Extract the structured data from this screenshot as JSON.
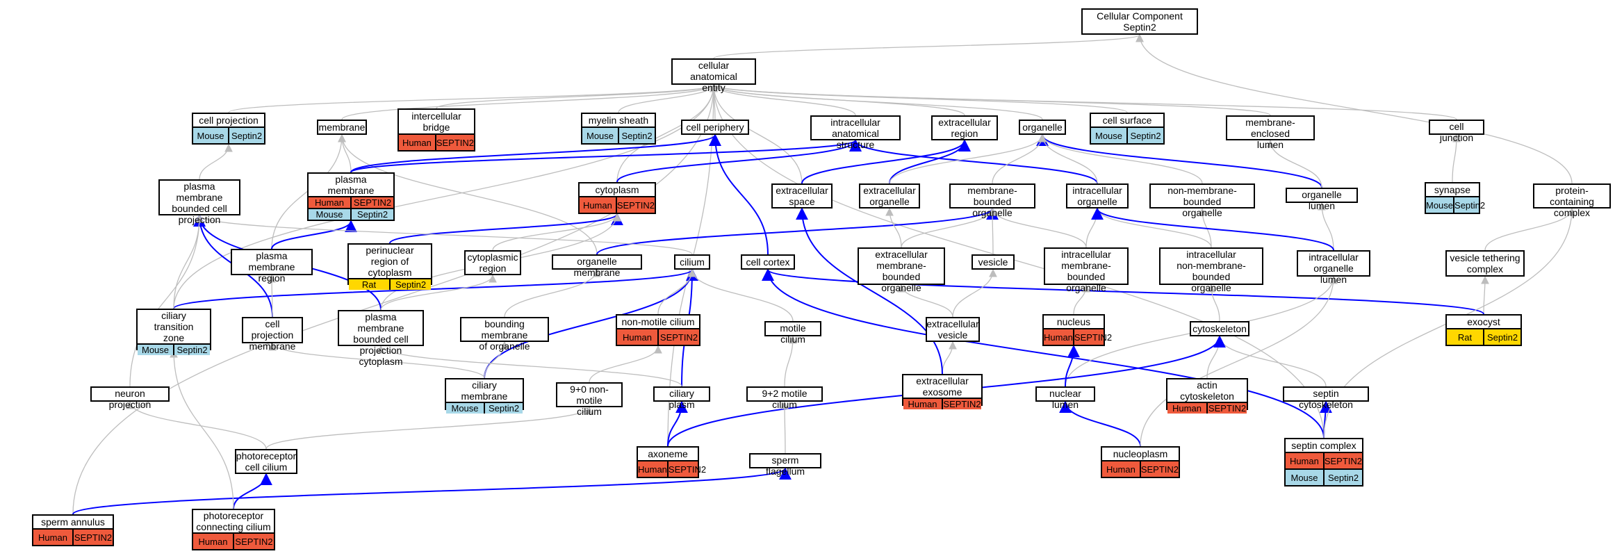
{
  "colors": {
    "grey_edge": "#bdbdbd",
    "blue_edge": "#0000ff",
    "Human": "#ef5a3c",
    "Mouse": "#a8d8e8",
    "Rat": "#ffd700"
  },
  "nodes": [
    {
      "id": "root",
      "label": "Cellular Component\nSeptin2",
      "badges": []
    },
    {
      "id": "cae",
      "label": "cellular anatomical\nentity",
      "badges": []
    },
    {
      "id": "cellproj",
      "label": "cell projection",
      "badges": [
        [
          "Mouse",
          "Septin2"
        ]
      ]
    },
    {
      "id": "membrane",
      "label": "membrane",
      "badges": []
    },
    {
      "id": "icbridge",
      "label": "intercellular\nbridge",
      "badges": [
        [
          "Human",
          "SEPTIN2"
        ]
      ]
    },
    {
      "id": "myelin",
      "label": "myelin sheath",
      "badges": [
        [
          "Mouse",
          "Septin2"
        ]
      ]
    },
    {
      "id": "periph",
      "label": "cell periphery",
      "badges": []
    },
    {
      "id": "ias",
      "label": "intracellular\nanatomical structure",
      "badges": []
    },
    {
      "id": "ecregion",
      "label": "extracellular\nregion",
      "badges": []
    },
    {
      "id": "organelle",
      "label": "organelle",
      "badges": []
    },
    {
      "id": "cellsurf",
      "label": "cell surface",
      "badges": [
        [
          "Mouse",
          "Septin2"
        ]
      ]
    },
    {
      "id": "melumen",
      "label": "membrane-enclosed\nlumen",
      "badges": []
    },
    {
      "id": "celljunc",
      "label": "cell junction",
      "badges": []
    },
    {
      "id": "pmbcp",
      "label": "plasma membrane\nbounded cell\nprojection",
      "badges": []
    },
    {
      "id": "pm",
      "label": "plasma membrane",
      "badges": [
        [
          "Human",
          "SEPTIN2"
        ],
        [
          "Mouse",
          "Septin2"
        ]
      ]
    },
    {
      "id": "cytoplasm",
      "label": "cytoplasm",
      "badges": [
        [
          "Human",
          "SEPTIN2"
        ]
      ]
    },
    {
      "id": "ecspace",
      "label": "extracellular\nspace",
      "badges": []
    },
    {
      "id": "ecorg",
      "label": "extracellular\norganelle",
      "badges": []
    },
    {
      "id": "mbo",
      "label": "membrane-bounded\norganelle",
      "badges": []
    },
    {
      "id": "icorg",
      "label": "intracellular\norganelle",
      "badges": []
    },
    {
      "id": "nmbo",
      "label": "non-membrane-bounded\norganelle",
      "badges": []
    },
    {
      "id": "orglumen",
      "label": "organelle lumen",
      "badges": []
    },
    {
      "id": "synapse",
      "label": "synapse",
      "badges": [
        [
          "Mouse",
          "Septin2"
        ]
      ]
    },
    {
      "id": "pcc",
      "label": "protein-containing\ncomplex",
      "badges": []
    },
    {
      "id": "perinuc",
      "label": "perinuclear\nregion of cytoplasm",
      "badges": [
        [
          "Rat",
          "Septin2"
        ]
      ]
    },
    {
      "id": "pmregion",
      "label": "plasma membrane\nregion",
      "badges": []
    },
    {
      "id": "cytoreg",
      "label": "cytoplasmic\nregion",
      "badges": []
    },
    {
      "id": "orgmem",
      "label": "organelle membrane",
      "badges": []
    },
    {
      "id": "cilium",
      "label": "cilium",
      "badges": []
    },
    {
      "id": "cortex",
      "label": "cell cortex",
      "badges": []
    },
    {
      "id": "ecmbo",
      "label": "extracellular\nmembrane-bounded\norganelle",
      "badges": []
    },
    {
      "id": "vesicle",
      "label": "vesicle",
      "badges": []
    },
    {
      "id": "icmbo",
      "label": "intracellular\nmembrane-bounded\norganelle",
      "badges": []
    },
    {
      "id": "icnmbo",
      "label": "intracellular\nnon-membrane-bounded\norganelle",
      "badges": []
    },
    {
      "id": "icol",
      "label": "intracellular\norganelle lumen",
      "badges": []
    },
    {
      "id": "vtc",
      "label": "vesicle tethering\ncomplex",
      "badges": []
    },
    {
      "id": "ctz",
      "label": "ciliary transition\nzone",
      "badges": [
        [
          "Mouse",
          "Septin2"
        ]
      ]
    },
    {
      "id": "cpm",
      "label": "cell projection\nmembrane",
      "badges": []
    },
    {
      "id": "pmbcpc",
      "label": "plasma membrane\nbounded cell\nprojection cytoplasm",
      "badges": []
    },
    {
      "id": "bmo",
      "label": "bounding membrane\nof organelle",
      "badges": []
    },
    {
      "id": "nmcilium",
      "label": "non-motile cilium",
      "badges": [
        [
          "Human",
          "SEPTIN2"
        ]
      ]
    },
    {
      "id": "motcilium",
      "label": "motile cilium",
      "badges": []
    },
    {
      "id": "ecvesicle",
      "label": "extracellular\nvesicle",
      "badges": []
    },
    {
      "id": "nucleus",
      "label": "nucleus",
      "badges": [
        [
          "Human",
          "SEPTIN2"
        ]
      ]
    },
    {
      "id": "cytoskel",
      "label": "cytoskeleton",
      "badges": []
    },
    {
      "id": "exocyst",
      "label": "exocyst",
      "badges": [
        [
          "Rat",
          "Septin2"
        ]
      ]
    },
    {
      "id": "neuronproj",
      "label": "neuron projection",
      "badges": []
    },
    {
      "id": "cilmem",
      "label": "ciliary membrane",
      "badges": [
        [
          "Mouse",
          "Septin2"
        ]
      ]
    },
    {
      "id": "nine0",
      "label": "9+0 non-motile\ncilium",
      "badges": []
    },
    {
      "id": "cilplasm",
      "label": "ciliary plasm",
      "badges": []
    },
    {
      "id": "nine2",
      "label": "9+2 motile cilium",
      "badges": []
    },
    {
      "id": "exosome",
      "label": "extracellular\nexosome",
      "badges": [
        [
          "Human",
          "SEPTIN2"
        ]
      ]
    },
    {
      "id": "nuclumen",
      "label": "nuclear lumen",
      "badges": []
    },
    {
      "id": "actin",
      "label": "actin cytoskeleton",
      "badges": [
        [
          "Human",
          "SEPTIN2"
        ]
      ]
    },
    {
      "id": "septinsk",
      "label": "septin cytoskeleton",
      "badges": []
    },
    {
      "id": "axoneme",
      "label": "axoneme",
      "badges": [
        [
          "Human",
          "SEPTIN2"
        ]
      ]
    },
    {
      "id": "photocil",
      "label": "photoreceptor\ncell cilium",
      "badges": []
    },
    {
      "id": "spermflag",
      "label": "sperm flagellum",
      "badges": []
    },
    {
      "id": "nucleoplasm",
      "label": "nucleoplasm",
      "badges": [
        [
          "Human",
          "SEPTIN2"
        ]
      ]
    },
    {
      "id": "septincx",
      "label": "septin complex",
      "badges": [
        [
          "Human",
          "SEPTIN2"
        ],
        [
          "Mouse",
          "Septin2"
        ]
      ]
    },
    {
      "id": "spermann",
      "label": "sperm annulus",
      "badges": [
        [
          "Human",
          "SEPTIN2"
        ]
      ]
    },
    {
      "id": "photoconn",
      "label": "photoreceptor\nconnecting cilium",
      "badges": [
        [
          "Human",
          "SEPTIN2"
        ]
      ]
    }
  ],
  "edges": [
    [
      "cae",
      "root",
      "grey"
    ],
    [
      "pcc",
      "root",
      "grey"
    ],
    [
      "cellproj",
      "cae",
      "grey"
    ],
    [
      "membrane",
      "cae",
      "grey"
    ],
    [
      "icbridge",
      "cae",
      "grey"
    ],
    [
      "myelin",
      "cae",
      "grey"
    ],
    [
      "periph",
      "cae",
      "grey"
    ],
    [
      "ias",
      "cae",
      "grey"
    ],
    [
      "ecregion",
      "cae",
      "grey"
    ],
    [
      "organelle",
      "cae",
      "grey"
    ],
    [
      "cellsurf",
      "cae",
      "grey"
    ],
    [
      "melumen",
      "cae",
      "grey"
    ],
    [
      "celljunc",
      "cae",
      "grey"
    ],
    [
      "cytoplasm",
      "cae",
      "grey"
    ],
    [
      "ecspace",
      "cae",
      "grey"
    ],
    [
      "ctz",
      "cae",
      "grey"
    ],
    [
      "spermann",
      "cae",
      "grey"
    ],
    [
      "axoneme",
      "cae",
      "grey"
    ],
    [
      "septincx",
      "cae",
      "grey"
    ],
    [
      "pmbcp",
      "cellproj",
      "grey"
    ],
    [
      "pm",
      "membrane",
      "grey"
    ],
    [
      "pmregion",
      "membrane",
      "grey"
    ],
    [
      "orgmem",
      "membrane",
      "grey"
    ],
    [
      "pm",
      "periph",
      "blue"
    ],
    [
      "pm",
      "ias",
      "blue"
    ],
    [
      "cortex",
      "periph",
      "blue"
    ],
    [
      "cytoplasm",
      "ias",
      "blue"
    ],
    [
      "ecspace",
      "ecregion",
      "blue"
    ],
    [
      "ecorg",
      "ecregion",
      "blue"
    ],
    [
      "icorg",
      "ias",
      "blue"
    ],
    [
      "orglumen",
      "organelle",
      "blue"
    ],
    [
      "ecorg",
      "organelle",
      "grey"
    ],
    [
      "mbo",
      "organelle",
      "grey"
    ],
    [
      "icorg",
      "organelle",
      "grey"
    ],
    [
      "nmbo",
      "organelle",
      "grey"
    ],
    [
      "orglumen",
      "melumen",
      "grey"
    ],
    [
      "synapse",
      "celljunc",
      "grey"
    ],
    [
      "vtc",
      "pcc",
      "grey"
    ],
    [
      "exocyst",
      "vtc",
      "grey"
    ],
    [
      "pmregion",
      "pm",
      "blue"
    ],
    [
      "perinuc",
      "cytoplasm",
      "blue"
    ],
    [
      "cytoreg",
      "cytoplasm",
      "grey"
    ],
    [
      "pmbcpc",
      "cytoplasm",
      "grey"
    ],
    [
      "orgmem",
      "mbo",
      "blue"
    ],
    [
      "cilium",
      "pmbcp",
      "grey"
    ],
    [
      "ctz",
      "cilium",
      "blue"
    ],
    [
      "cilmem",
      "cilium",
      "blue"
    ],
    [
      "cilplasm",
      "cilium",
      "blue"
    ],
    [
      "nmcilium",
      "cilium",
      "grey"
    ],
    [
      "motcilium",
      "cilium",
      "grey"
    ],
    [
      "exocyst",
      "cortex",
      "blue"
    ],
    [
      "ecmbo",
      "mbo",
      "grey"
    ],
    [
      "ecmbo",
      "ecorg",
      "grey"
    ],
    [
      "vesicle",
      "mbo",
      "grey"
    ],
    [
      "icmbo",
      "mbo",
      "grey"
    ],
    [
      "icmbo",
      "icorg",
      "grey"
    ],
    [
      "icnmbo",
      "nmbo",
      "grey"
    ],
    [
      "icnmbo",
      "icorg",
      "grey"
    ],
    [
      "icol",
      "orglumen",
      "grey"
    ],
    [
      "icol",
      "icorg",
      "blue"
    ],
    [
      "cpm",
      "pmbcp",
      "blue"
    ],
    [
      "cpm",
      "pmregion",
      "grey"
    ],
    [
      "pmbcpc",
      "pmbcp",
      "blue"
    ],
    [
      "pmbcpc",
      "cytoreg",
      "grey"
    ],
    [
      "bmo",
      "orgmem",
      "grey"
    ],
    [
      "cilmem",
      "cpm",
      "grey"
    ],
    [
      "cilmem",
      "bmo",
      "grey"
    ],
    [
      "cilplasm",
      "pmbcpc",
      "grey"
    ],
    [
      "nine0",
      "nmcilium",
      "grey"
    ],
    [
      "nine2",
      "motcilium",
      "grey"
    ],
    [
      "ecvesicle",
      "vesicle",
      "grey"
    ],
    [
      "ecvesicle",
      "ecmbo",
      "grey"
    ],
    [
      "exosome",
      "ecvesicle",
      "grey"
    ],
    [
      "exosome",
      "ecspace",
      "blue"
    ],
    [
      "nucleus",
      "icmbo",
      "grey"
    ],
    [
      "cytoskel",
      "icnmbo",
      "grey"
    ],
    [
      "actin",
      "cytoskel",
      "grey"
    ],
    [
      "septinsk",
      "cytoskel",
      "grey"
    ],
    [
      "septincx",
      "septinsk",
      "blue"
    ],
    [
      "septincx",
      "cortex",
      "blue"
    ],
    [
      "septincx",
      "pcc",
      "grey"
    ],
    [
      "nuclumen",
      "icol",
      "grey"
    ],
    [
      "nuclumen",
      "nucleus",
      "blue"
    ],
    [
      "nucleoplasm",
      "nuclumen",
      "blue"
    ],
    [
      "nucleoplasm",
      "icol",
      "grey"
    ],
    [
      "axoneme",
      "cilplasm",
      "blue"
    ],
    [
      "axoneme",
      "cytoskel",
      "blue"
    ],
    [
      "neuronproj",
      "pmbcp",
      "grey"
    ],
    [
      "photocil",
      "neuronproj",
      "grey"
    ],
    [
      "photocil",
      "nine0",
      "grey"
    ],
    [
      "spermflag",
      "nine2",
      "grey"
    ],
    [
      "spermann",
      "spermflag",
      "blue"
    ],
    [
      "photoconn",
      "photocil",
      "blue"
    ],
    [
      "photoconn",
      "ctz",
      "grey"
    ],
    [
      "ctz",
      "pmbcp",
      "grey"
    ]
  ]
}
